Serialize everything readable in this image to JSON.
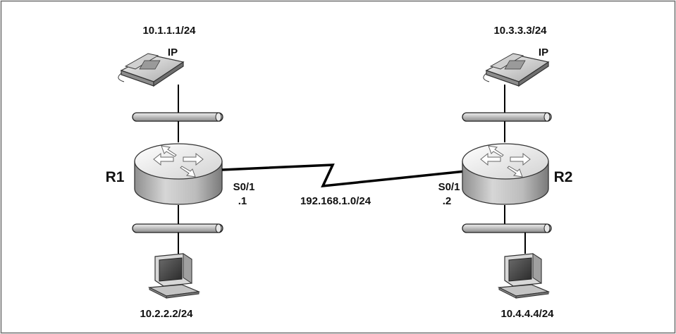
{
  "diagram": {
    "left_site": {
      "phone": {
        "ip": "10.1.1.1/24",
        "badge": "IP"
      },
      "router": {
        "name": "R1"
      },
      "serial": {
        "interface": "S0/1",
        "address": ".1"
      },
      "pc": {
        "ip": "10.2.2.2/24"
      }
    },
    "right_site": {
      "phone": {
        "ip": "10.3.3.3/24",
        "badge": "IP"
      },
      "router": {
        "name": "R2"
      },
      "serial": {
        "interface": "S0/1",
        "address": ".2"
      },
      "pc": {
        "ip": "10.4.4.4/24"
      }
    },
    "wan_link": {
      "network": "192.168.1.0/24"
    },
    "colors": {
      "border": "#6e6e6e",
      "line": "#000000",
      "router_top": "#eeeeee",
      "router_body": "#b8b8b8",
      "segment": "#c8c8c8"
    }
  }
}
